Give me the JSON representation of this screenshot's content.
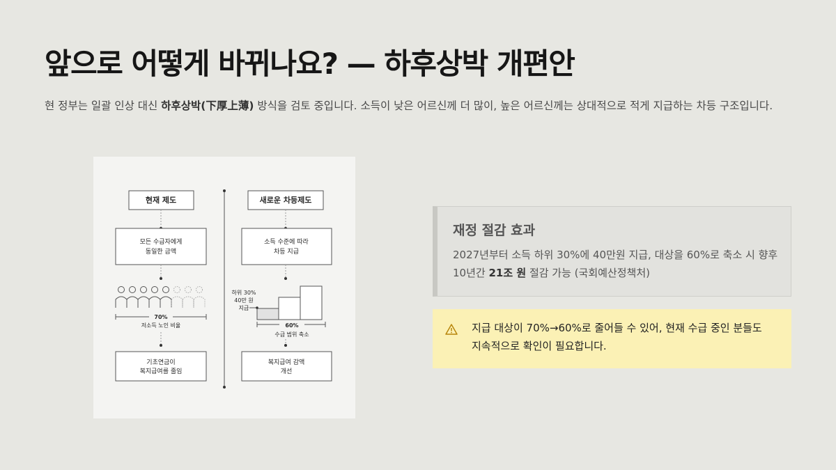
{
  "title": "앞으로 어떻게 바뀌나요? — 하후상박 개편안",
  "intro": {
    "before": "현 정부는 일괄 인상 대신 ",
    "bold": "하후상박(下厚上薄)",
    "after": " 방식을 검토 중입니다. 소득이 낮은 어르신께 더 많이, 높은 어르신께는 상대적으로 적게 지급하는 차등 구조입니다."
  },
  "diagram": {
    "left": {
      "header": "현재 제도",
      "box1_line1": "모든 수급자에게",
      "box1_line2": "동일한 금액",
      "pct": "70%",
      "pct_caption": "저소득 노인 비율",
      "box2_line1": "기초연금이",
      "box2_line2": "복지급여를 줄임"
    },
    "right": {
      "header": "새로운 차등제도",
      "box1_line1": "소득 수준에 따라",
      "box1_line2": "차등 지급",
      "side_line1": "하위 30%",
      "side_line2": "40만 원",
      "side_line3": "지급",
      "pct": "60%",
      "pct_caption": "수급 범위 축소",
      "box2_line1": "복지급여 감액",
      "box2_line2": "개선"
    }
  },
  "card": {
    "title": "재정 절감 효과",
    "line1": "2027년부터 소득 하위 30%에 40만원 지급, 대상을 60%로 축소 시 향후",
    "line2_before": "10년간 ",
    "line2_bold": "21조 원",
    "line2_after": " 절감 가능 (국회예산정책처)"
  },
  "warning": {
    "icon": "warning-triangle-icon",
    "line1": "지급 대상이 70%→60%로 줄어들 수 있어, 현재 수급 중인 분들도",
    "line2": "지속적으로 확인이 필요합니다."
  },
  "colors": {
    "background": "#e7e7e2",
    "warning_background": "#fbf1b5",
    "card_background": "#e2e2de"
  }
}
